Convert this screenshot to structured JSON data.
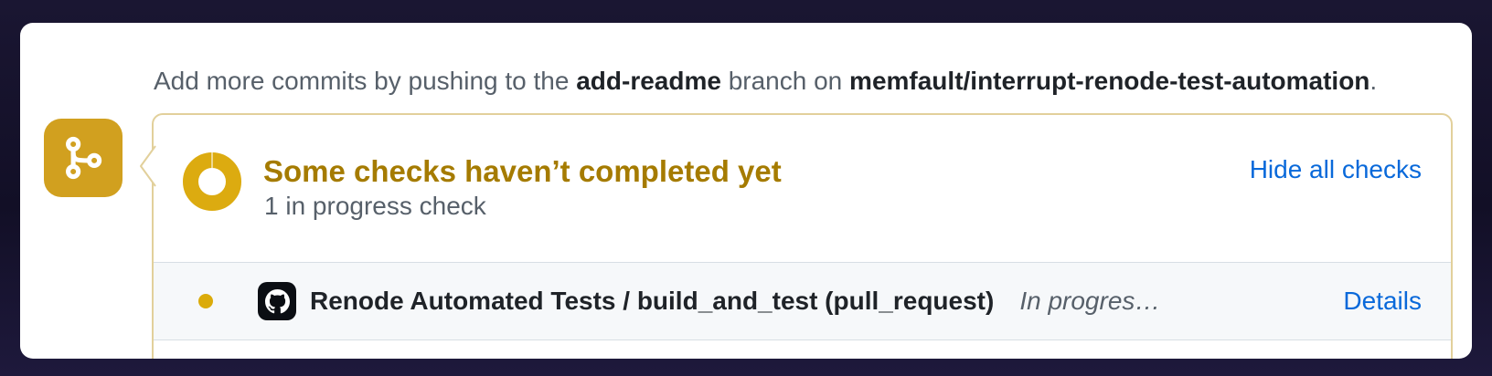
{
  "banner": {
    "text_before_branch": "Add more commits by pushing to the ",
    "branch": "add-readme",
    "text_between": " branch on ",
    "repo": "memfault/interrupt-renode-test-automation",
    "text_after": "."
  },
  "checks_panel": {
    "app_icon": "git-branch-icon",
    "status_icon": "in-progress-donut",
    "title": "Some checks haven’t completed yet",
    "subtitle": "1 in progress check",
    "hide_all_label": "Hide all checks",
    "rows": [
      {
        "status_icon": "in-progress-dot",
        "avatar_icon": "github-octocat-avatar",
        "name": "Renode Automated Tests / build_and_test (pull_request)",
        "status_text": "In progres…",
        "details_label": "Details"
      }
    ]
  },
  "colors": {
    "accent_blue": "#0969da",
    "attention_text": "#a57b00",
    "attention_yellow": "#dbab0a",
    "panel_border": "#e2d09b",
    "row_background": "#f6f8fa"
  }
}
